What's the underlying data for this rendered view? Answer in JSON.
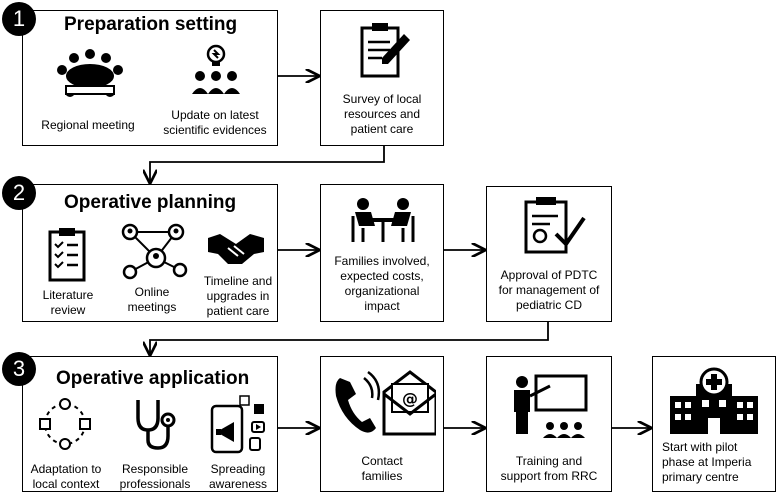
{
  "stages": [
    {
      "number": "1",
      "title": "Preparation setting",
      "items": [
        "Regional meeting",
        "Update on latest\nscientific evidences"
      ],
      "next": "Survey of local\nresources and\npatient care"
    },
    {
      "number": "2",
      "title": "Operative planning",
      "items": [
        "Literature\nreview",
        "Online\nmeetings",
        "Timeline and\nupgrades in\npatient care"
      ],
      "next": [
        "Families involved,\nexpected costs,\norganizational\nimpact",
        "Approval of PDTC\nfor management of\npediatric CD"
      ]
    },
    {
      "number": "3",
      "title": "Operative application",
      "items": [
        "Adaptation to\nlocal context",
        "Responsible\nprofessionals",
        "Spreading\nawareness"
      ],
      "next": [
        "Contact\nfamilies",
        "Training and\nsupport from RRC",
        "Start with pilot\nphase at Imperia\nprimary centre"
      ]
    }
  ],
  "colors": {
    "stroke": "#000000",
    "background": "#ffffff"
  }
}
